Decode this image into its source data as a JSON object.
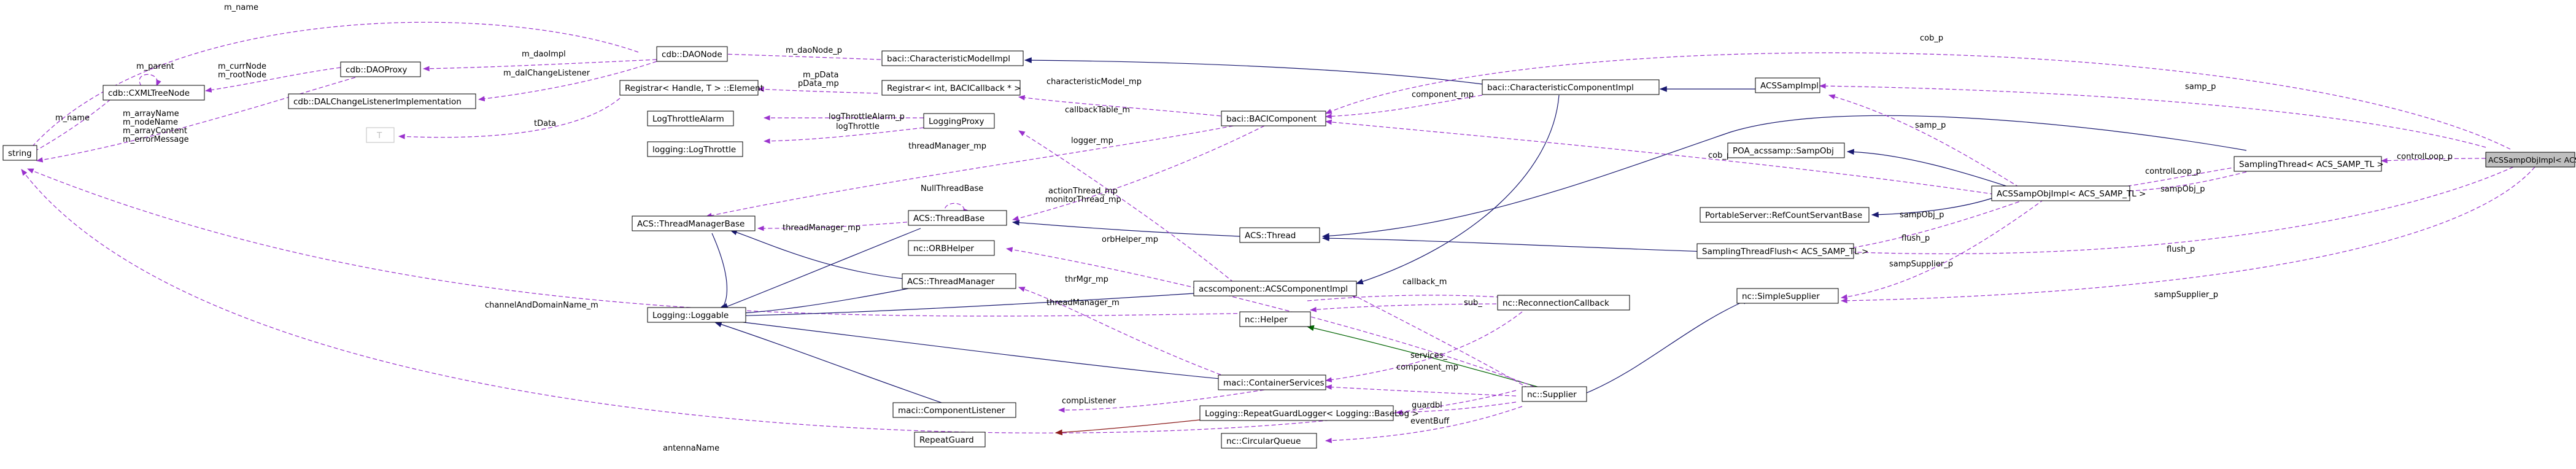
{
  "diagram": {
    "nodes": {
      "string": "string",
      "cxml": "cdb::CXMLTreeNode",
      "daoproxy": "cdb::DAOProxy",
      "daonode": "cdb::DAONode",
      "dalchange": "cdb::DALChangeListenerImplementation",
      "T": "T",
      "registrar_elem": "Registrar< Handle, T > ::Element",
      "registrar_int": "Registrar< int, BACICallback * >",
      "charmodel": "baci::CharacteristicModelImpl",
      "charcomp": "baci::CharacteristicComponentImpl",
      "bacicomp": "baci::BACIComponent",
      "acssampimpl": "ACSSampImpl",
      "logthrottlealarm": "LogThrottleAlarm",
      "logthrottle": "logging::LogThrottle",
      "loggingproxy": "LoggingProxy",
      "threadmgrbase": "ACS::ThreadManagerBase",
      "threadbase": "ACS::ThreadBase",
      "orbhelper": "nc::ORBHelper",
      "threadmgr": "ACS::ThreadManager",
      "acsthread": "ACS::Thread",
      "loggable": "Logging::Loggable",
      "acscompimpl": "acscomponent::ACSComponentImpl",
      "nchelper": "nc::Helper",
      "reconnect": "nc::ReconnectionCallback",
      "containerservices": "maci::ContainerServices",
      "complistener": "maci::ComponentListener",
      "repeatguardlogger": "Logging::RepeatGuardLogger< Logging::BaseLog >",
      "repeatguard": "RepeatGuard",
      "circularqueue": "nc::CircularQueue",
      "ncsupplier": "nc::Supplier",
      "simplesupplier": "nc::SimpleSupplier",
      "poa": "POA_acssamp::SampObj",
      "refcount": "PortableServer::RefCountServantBase",
      "acssampobjimpl": "ACSSampObjImpl< ACS_SAMP_TL >",
      "samplingthread": "SamplingThread< ACS_SAMP_TL >",
      "samplingflush": "SamplingThreadFlush< ACS_SAMP_TL >",
      "acssampobjimpl_c": "ACSSampObjImpl< ACS_SAMP_C >"
    },
    "labels": {
      "m_name_top": "m_name",
      "m_parent": "m_parent",
      "m_name": "m_name",
      "m_currnode": "m_currNode",
      "m_rootnode": "m_rootNode",
      "m_arrayname": "m_arrayName",
      "m_nodename": "m_nodeName",
      "m_arraycontent": "m_arrayContent",
      "m_errormessage": "m_errorMessage",
      "m_daoimpl": "m_daoImpl",
      "m_daonode_p": "m_daoNode_p",
      "m_dalchangelistener": "m_dalChangeListener",
      "tdata": "tData",
      "m_pdata": "m_pData",
      "pdata_mp": "pData_mp",
      "charmodel_mp": "characteristicModel_mp",
      "callbacktable_m": "callbackTable_m",
      "component_mp_top": "component_mp",
      "cob_p_top": "cob_p",
      "samp_p_right": "samp_p",
      "samp_p": "samp_p",
      "cob_p": "cob_p",
      "logthrottlealarm_p": "logThrottleAlarm_p",
      "logthrottle": "logThrottle",
      "logger_mp": "logger_mp",
      "threadmanager_mp": "threadManager_mp",
      "nullthreadbase": "NullThreadBase",
      "threadmanager_mp2": "threadManager_mp",
      "actionthread_mp": "actionThread_mp",
      "monitorthread_mp": "monitorThread_mp",
      "orbhelper_mp": "orbHelper_mp",
      "thrmgr_mp": "thrMgr_mp",
      "threadmanager_m": "threadManager_m",
      "callback_m": "callback_m",
      "sub_": "sub_",
      "channeldomain": "channelAndDomainName_m",
      "services_": "services_",
      "complistener": "compListener",
      "component_mp": "component_mp",
      "guardbl": "guardbl",
      "eventbuff": "eventBuff",
      "antennaname": "antennaName",
      "controlloop_p": "controlLoop_p",
      "controlloop_p_right": "controlLoop_p",
      "sampobj_p": "sampObj_p",
      "sampobj_p2": "sampObj_p",
      "flush_p": "flush_p",
      "flush_p_right": "flush_p",
      "sampsupplier_p": "sampSupplier_p",
      "sampsupplier_p_right": "sampSupplier_p"
    }
  }
}
